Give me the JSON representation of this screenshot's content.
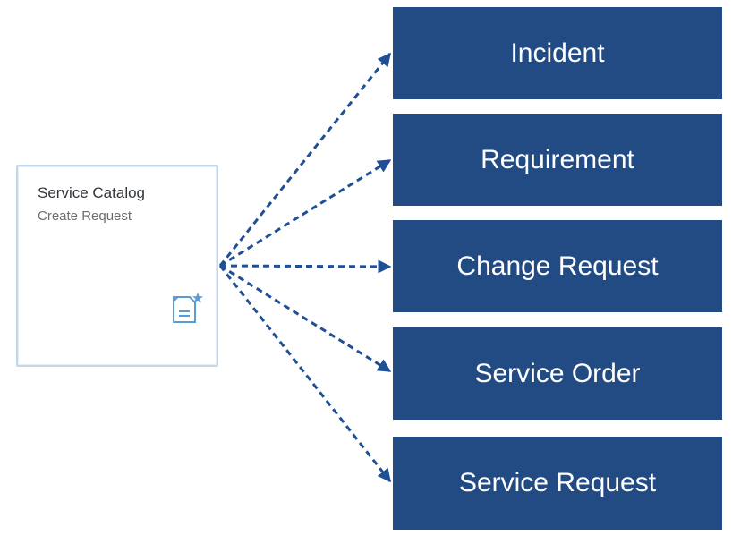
{
  "tile": {
    "title": "Service Catalog",
    "subtitle": "Create Request",
    "icon": "document-star-icon"
  },
  "targets": [
    {
      "label": "Incident"
    },
    {
      "label": "Requirement"
    },
    {
      "label": "Change Request"
    },
    {
      "label": "Service Order"
    },
    {
      "label": "Service Request"
    }
  ],
  "colors": {
    "box_fill": "#224a83",
    "arrow": "#1f4f94",
    "tile_border": "#c5d8eb",
    "icon": "#5a9ad5"
  }
}
